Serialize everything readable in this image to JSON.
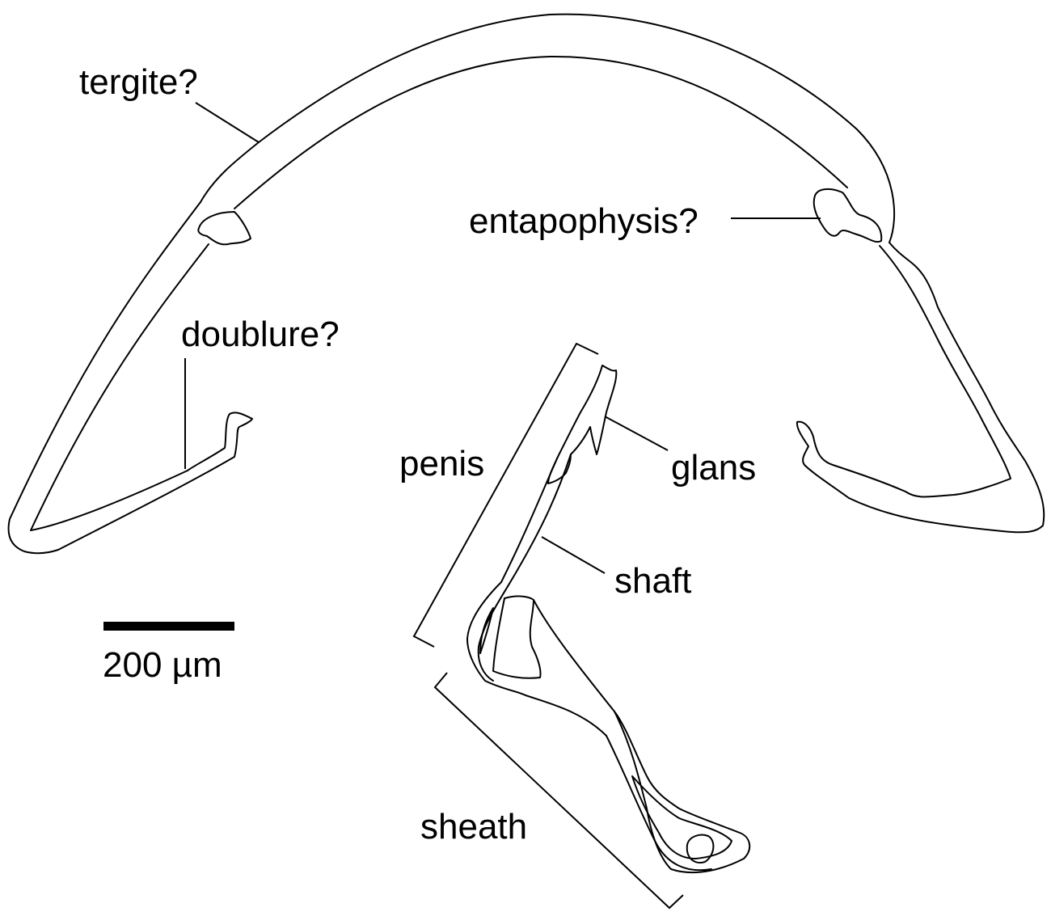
{
  "labels": {
    "tergite": "tergite?",
    "entapophysis": "entapophysis?",
    "doublure": "doublure?",
    "penis": "penis",
    "glans": "glans",
    "shaft": "shaft",
    "sheath": "sheath"
  },
  "scale_bar": {
    "label": "200 µm"
  },
  "colors": {
    "stroke": "#000000",
    "background": "#ffffff"
  }
}
